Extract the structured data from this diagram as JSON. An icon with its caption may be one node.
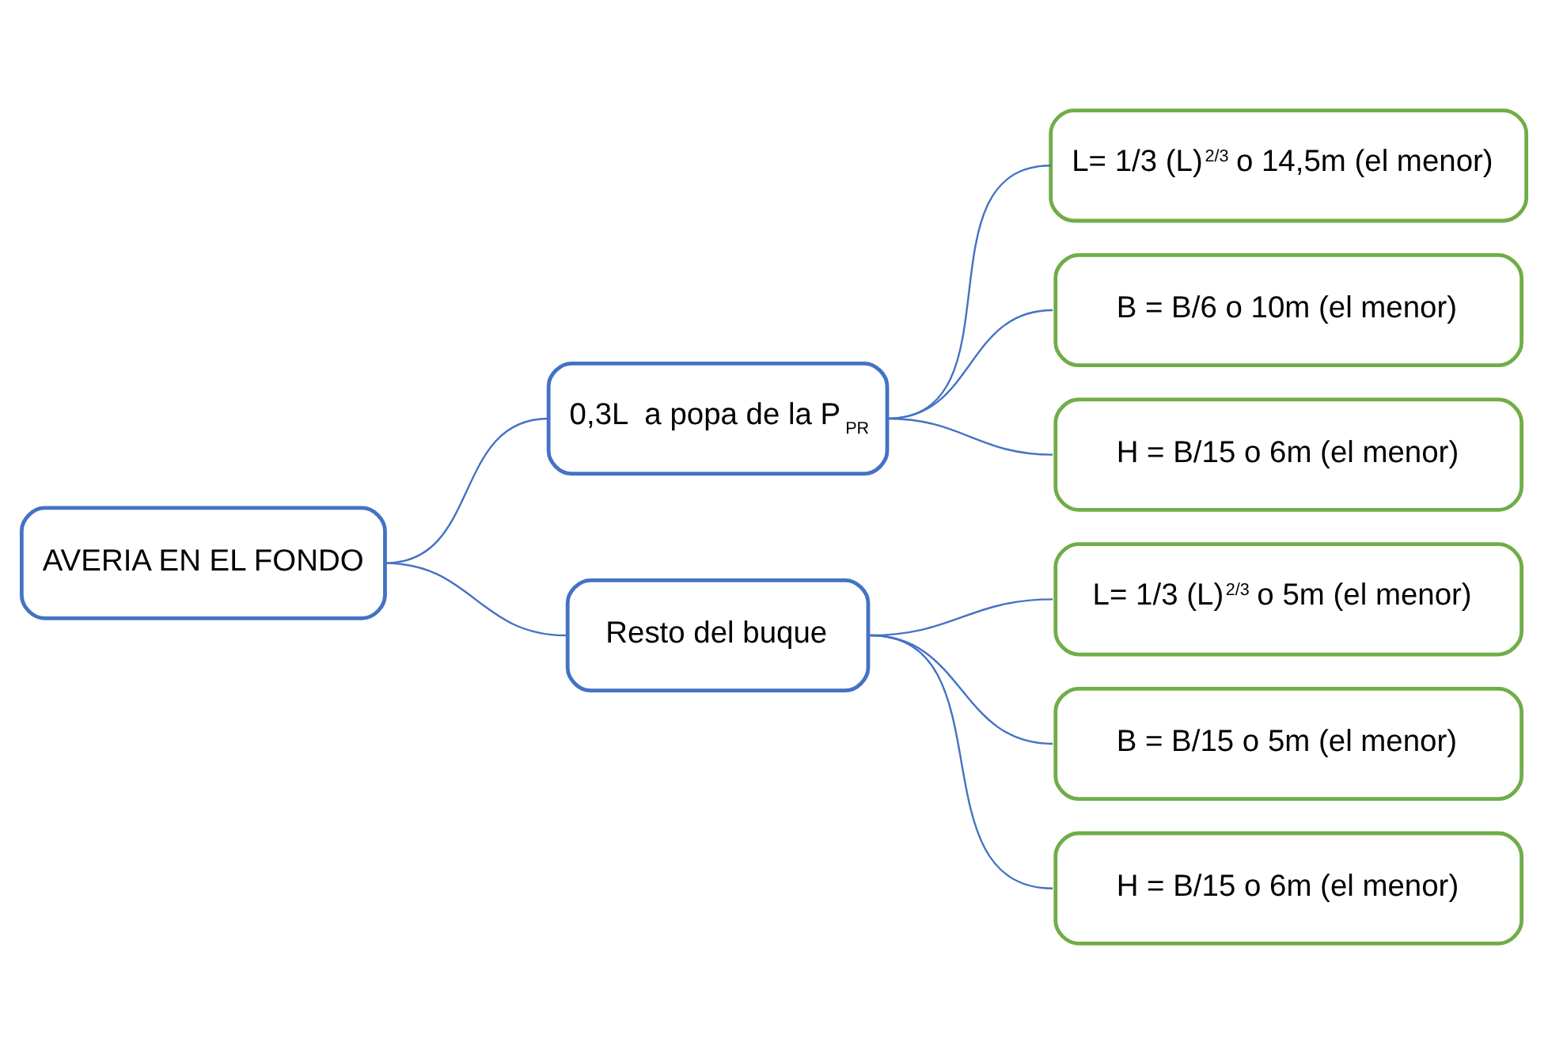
{
  "diagram": {
    "nodes": [
      {
        "text": [
          "AVERIA EN EL FONDO"
        ]
      },
      {
        "text": [
          "0,3L  a popa de la P$_{PR}$"
        ]
      },
      {
        "text": [
          "L= 1/3 (L)$^{2/3}$  o 14,5m (el menor)"
        ]
      },
      {
        "text": [
          "B = B/6 o 10m (el menor)"
        ]
      },
      {
        "text": [
          "H = B/15 o 6m (el menor)"
        ]
      },
      {
        "text": [
          "Resto del buque"
        ]
      },
      {
        "text": [
          "L= 1/3 (L)$^{2/3}$  o 5m (el menor)"
        ]
      },
      {
        "text": [
          "B = B/15 o 5m (el menor)"
        ]
      },
      {
        "text": [
          "H = B/15 o 6m (el menor)"
        ]
      }
    ],
    "edges": [
      {
        "from": 0,
        "to": 1,
        "arrow": "none"
      },
      {
        "from": 0,
        "to": 5,
        "arrow": "none"
      },
      {
        "from": 1,
        "to": 2,
        "arrow": "none"
      },
      {
        "from": 1,
        "to": 3,
        "arrow": "none"
      },
      {
        "from": 1,
        "to": 4,
        "arrow": "none"
      },
      {
        "from": 5,
        "to": 6,
        "arrow": "none"
      },
      {
        "from": 5,
        "to": 7,
        "arrow": "none"
      },
      {
        "from": 5,
        "to": 8,
        "arrow": "none"
      }
    ]
  }
}
